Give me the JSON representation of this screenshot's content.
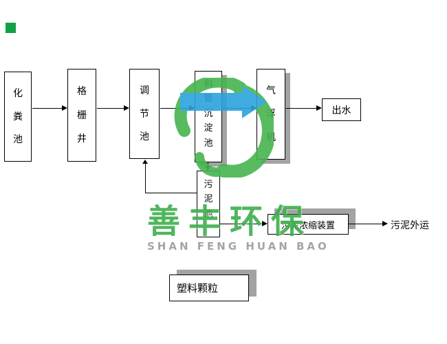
{
  "flowchart": {
    "boxes": {
      "septic_tank": "化粪池",
      "bar_screen_well": "格栅井",
      "equalization_tank": "调节池",
      "inclined_tube_settling_tank": "斜管沉淀池",
      "air_flotation_machine": "气浮机",
      "effluent": "出水",
      "sludge_tank": "污泥池",
      "sludge_thickening_unit": "污泥浓缩装置",
      "plastic_pellets": "塑料颗粒"
    },
    "flow_labels": {
      "sludge_hauling": "污泥外运"
    }
  },
  "watermark": {
    "brand_cn": "善丰环保",
    "brand_en": "SHAN FENG HUAN BAO"
  },
  "colors": {
    "logo_green": "#47b44f",
    "logo_blue": "#2ba2dc",
    "brand_text_green": "#3eaf4c",
    "brand_text_gray": "#9b9b9b",
    "box_shadow_gray": "#a3a3a3",
    "corner_marker_green": "#12a144",
    "line_black": "#000000"
  }
}
